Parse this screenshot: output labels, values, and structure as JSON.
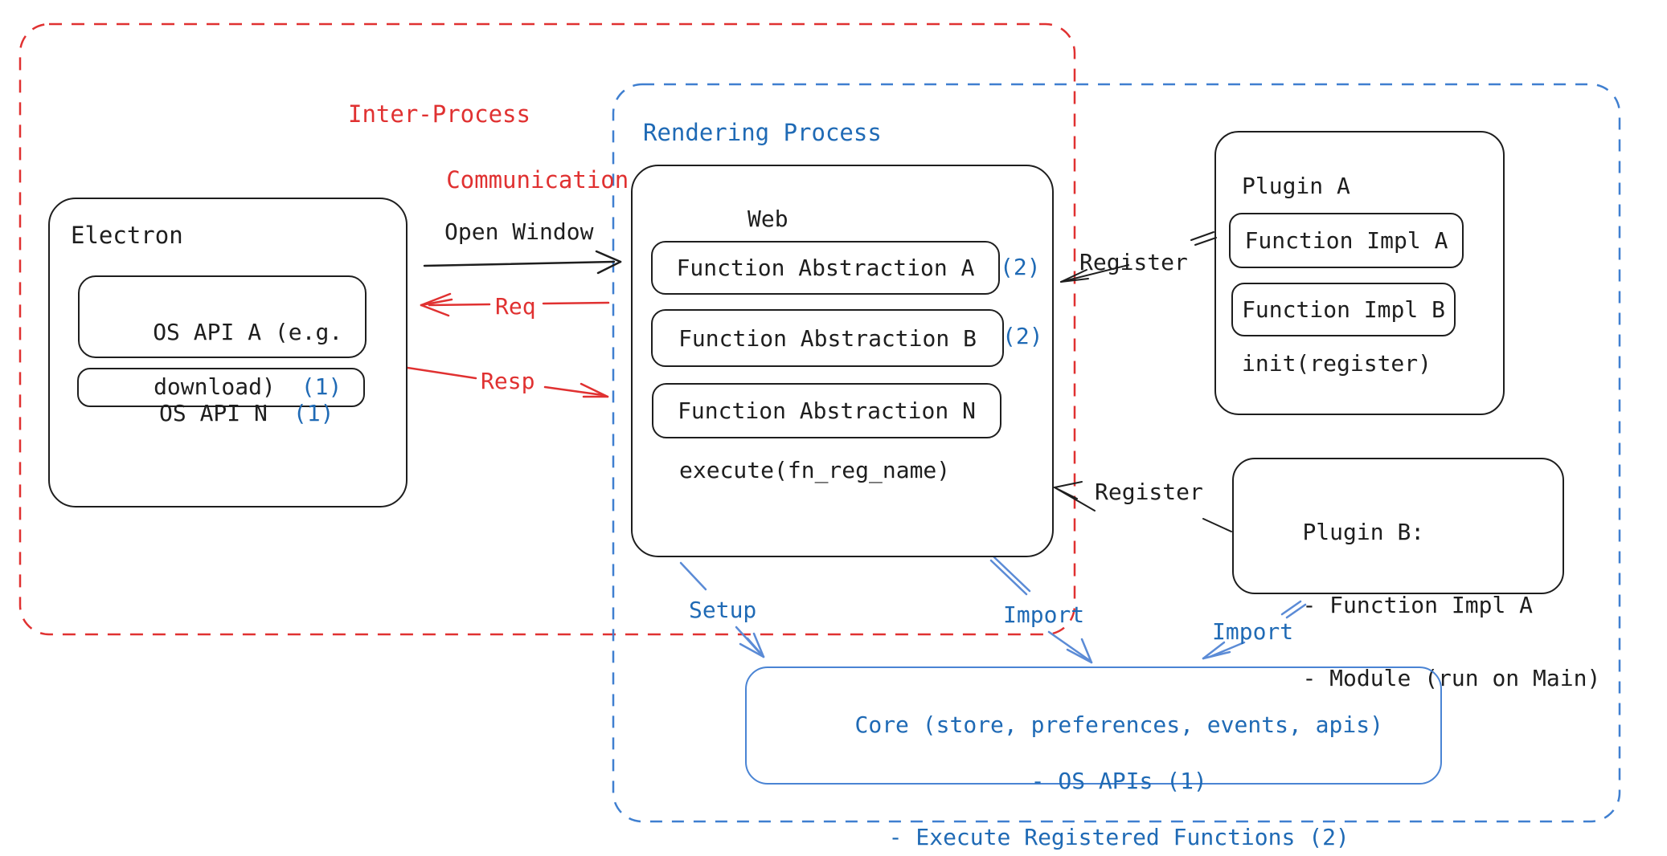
{
  "colors": {
    "black": "#1e1e1e",
    "red": "#e03131",
    "blue_text": "#1f6ab5",
    "blue_dashed_box": "#3f7fd0",
    "blue_arrow": "#5b8bd6",
    "core_box_border": "#4a84d4"
  },
  "regions": {
    "ipc": {
      "label_line1": "Inter-Process",
      "label_line2": "Communication"
    },
    "rendering": {
      "label": "Rendering Process"
    }
  },
  "electron": {
    "title": "Electron",
    "os_api_a_line1": "OS API A (e.g.",
    "os_api_a_line2": "download)",
    "os_api_a_badge": "(1)",
    "os_api_n": "OS API N",
    "os_api_n_badge": "(1)"
  },
  "web": {
    "title": "Web",
    "fa_a": "Function Abstraction A",
    "fa_a_badge": "(2)",
    "fa_b": "Function Abstraction B",
    "fa_b_badge": "(2)",
    "fa_n": "Function Abstraction N",
    "execute": "execute(fn_reg_name)"
  },
  "plugin_a": {
    "title": "Plugin A",
    "impl_a": "Function Impl A",
    "impl_b": "Function Impl B",
    "init": "init(register)"
  },
  "plugin_b": {
    "line1": "Plugin B:",
    "line2": "- Function Impl A",
    "line3": "- Module (run on Main)"
  },
  "core": {
    "line1": "Core (store, preferences, events, apis)",
    "line2": "- OS APIs (1)",
    "line3": "- Execute Registered Functions (2)"
  },
  "arrows": {
    "open_window": "Open Window",
    "req": "Req",
    "resp": "Resp",
    "register_top": "Register",
    "register_bottom": "Register",
    "setup": "Setup",
    "import_web": "Import",
    "import_plugin": "Import"
  }
}
